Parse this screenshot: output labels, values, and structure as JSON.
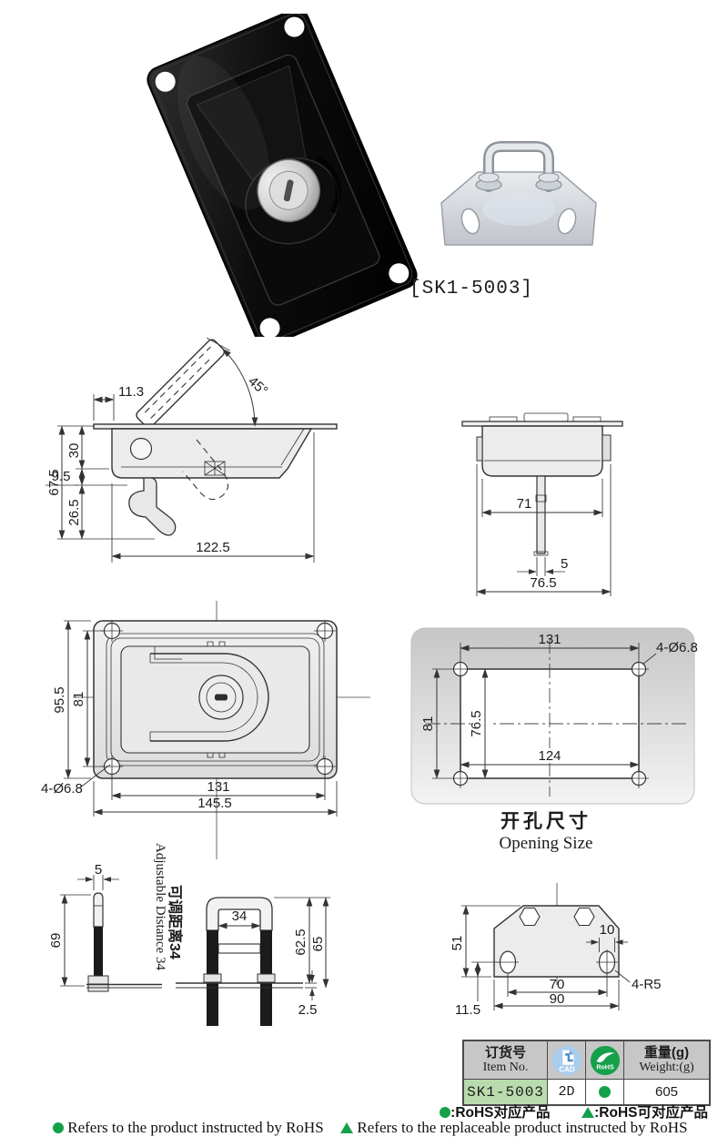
{
  "product": {
    "label": "[SK1-5003]"
  },
  "side_view": {
    "d1": "11.3",
    "angle": "45°",
    "d2": "30",
    "d3": "9.5",
    "d4": "26.5",
    "d5": "67.5",
    "d6": "122.5"
  },
  "top_view": {
    "d1": "71",
    "d2": "5",
    "d3": "76.5"
  },
  "front_view": {
    "d1": "95.5",
    "d2": "81",
    "holes": "4-Ø6.8",
    "d3": "131",
    "d4": "145.5"
  },
  "opening": {
    "d1": "131",
    "holes": "4-Ø6.8",
    "d2": "81",
    "d3": "76.5",
    "d4": "124",
    "caption_zh": "开孔尺寸",
    "caption_en": "Opening Size"
  },
  "striker": {
    "d1": "5",
    "d2": "69",
    "adj_zh": "可调距离34",
    "adj_en": "Adjustable Distance 34",
    "d3": "34",
    "d4": "62.5",
    "d5": "65",
    "d6": "2.5"
  },
  "keeper": {
    "d1": "51",
    "d2": "10",
    "d3": "70",
    "d4": "90",
    "d5": "4-R5",
    "d6": "11.5"
  },
  "table": {
    "header": {
      "item_zh": "订货号",
      "item_en": "Item No.",
      "cad_icon": "CAD",
      "rohs_icon": "RoHS",
      "weight_zh": "重量(g)",
      "weight_en": "Weight:(g)"
    },
    "row": {
      "item": "SK1-5003",
      "cad": "2D",
      "weight": "605"
    }
  },
  "legend": {
    "zh_dot": ":RoHS对应产品",
    "zh_tri": ":RoHS可对应产品",
    "en_dot": "Refers to the product instructed by RoHS",
    "en_tri": "Refers to the replaceable product instructed by RoHS"
  },
  "colors": {
    "rohs_green": "#15a04a",
    "cad_blue": "#a9cdec",
    "item_bg": "#b9dbae",
    "header_bg": "#c7c7c7"
  }
}
